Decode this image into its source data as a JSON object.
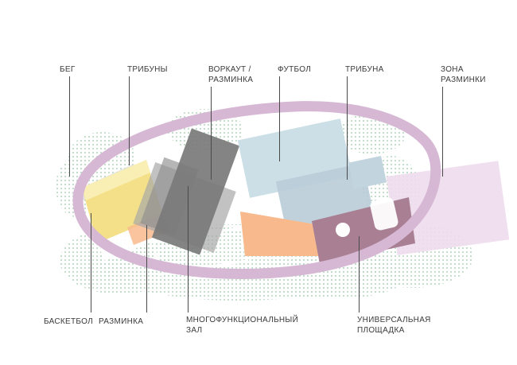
{
  "diagram": {
    "type": "sports-park-site-plan",
    "language": "ru"
  },
  "labels": {
    "top": [
      {
        "id": "running",
        "text": "БЕГ"
      },
      {
        "id": "stands",
        "text": "ТРИБУНЫ"
      },
      {
        "id": "workout-warmup",
        "text": "ВОРКАУТ / РАЗМИНКА"
      },
      {
        "id": "football",
        "text": "ФУТБОЛ"
      },
      {
        "id": "stand",
        "text": "ТРИБУНА"
      },
      {
        "id": "warmup-zone",
        "text": "ЗОНА РАЗМИНКИ"
      }
    ],
    "bottom": [
      {
        "id": "basketball",
        "text": "БАСКЕТБОЛ"
      },
      {
        "id": "warmup",
        "text": "РАЗМИНКА"
      },
      {
        "id": "multifunctional-hall",
        "text": "МНОГОФУНКЦИОНАЛЬНЫЙ ЗАЛ"
      },
      {
        "id": "universal-court",
        "text": "УНИВЕРСАЛЬНАЯ ПЛОЩАДКА"
      }
    ]
  },
  "colors": {
    "track": "#d6b8d4",
    "dots": "#bedac6",
    "yellow_court": "#f4e088",
    "yellow_stripe": "#f9efb4",
    "gray_dark": "#7a7a7a",
    "gray_mid": "#8f8f8f",
    "gray_light": "#a8a8a8",
    "blue_field": "#c9dde6",
    "blue_stand": "#b9ccd8",
    "blue_small": "#c2d4de",
    "orange": "#f8ba8d",
    "purple": "#a97f94",
    "pink_area": "#eedcec",
    "label_text": "#3a3a3a",
    "leader_line": "#4a4a4a"
  }
}
